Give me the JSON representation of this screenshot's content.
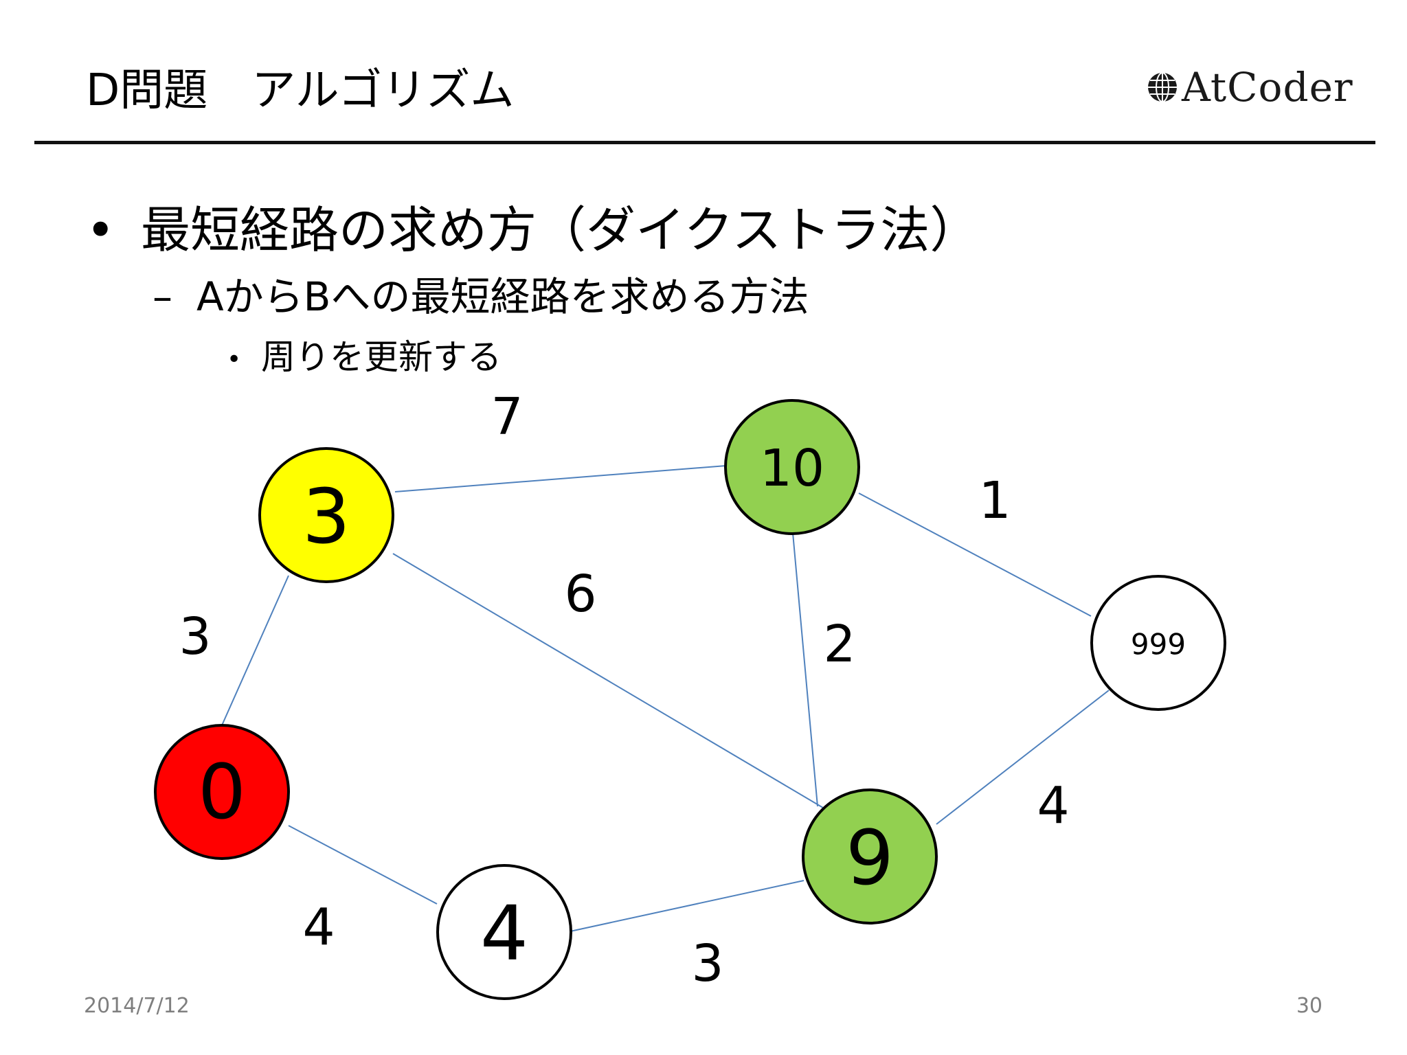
{
  "slide": {
    "title": "D問題　アルゴリズム",
    "logo_text": "AtCoder",
    "bullet_level1": "最短経路の求め方（ダイクストラ法）",
    "bullet_level2": "AからBへの最短経路を求める方法",
    "bullet_level3": "周りを更新する",
    "footer_date": "2014/7/12",
    "footer_page": "30"
  },
  "colors": {
    "node_red": "#ff0000",
    "node_yellow": "#ffff00",
    "node_green": "#92d050",
    "node_white": "#ffffff",
    "edge": "#4f81bd"
  },
  "graph": {
    "nodes": [
      {
        "id": "n0",
        "label": "0",
        "fill": "node_red"
      },
      {
        "id": "n3",
        "label": "3",
        "fill": "node_yellow"
      },
      {
        "id": "n10",
        "label": "10",
        "fill": "node_green"
      },
      {
        "id": "n999",
        "label": "999",
        "fill": "node_white"
      },
      {
        "id": "n9",
        "label": "9",
        "fill": "node_green"
      },
      {
        "id": "n4",
        "label": "4",
        "fill": "node_white"
      }
    ],
    "edges": [
      {
        "from": "n3",
        "to": "n10",
        "weight": "7"
      },
      {
        "from": "n10",
        "to": "n999",
        "weight": "1"
      },
      {
        "from": "n3",
        "to": "n0",
        "weight": "3"
      },
      {
        "from": "n3",
        "to": "n9",
        "weight": "6"
      },
      {
        "from": "n10",
        "to": "n9",
        "weight": "2"
      },
      {
        "from": "n999",
        "to": "n9",
        "weight": "4"
      },
      {
        "from": "n0",
        "to": "n4",
        "weight": "4"
      },
      {
        "from": "n4",
        "to": "n9",
        "weight": "3"
      }
    ]
  }
}
